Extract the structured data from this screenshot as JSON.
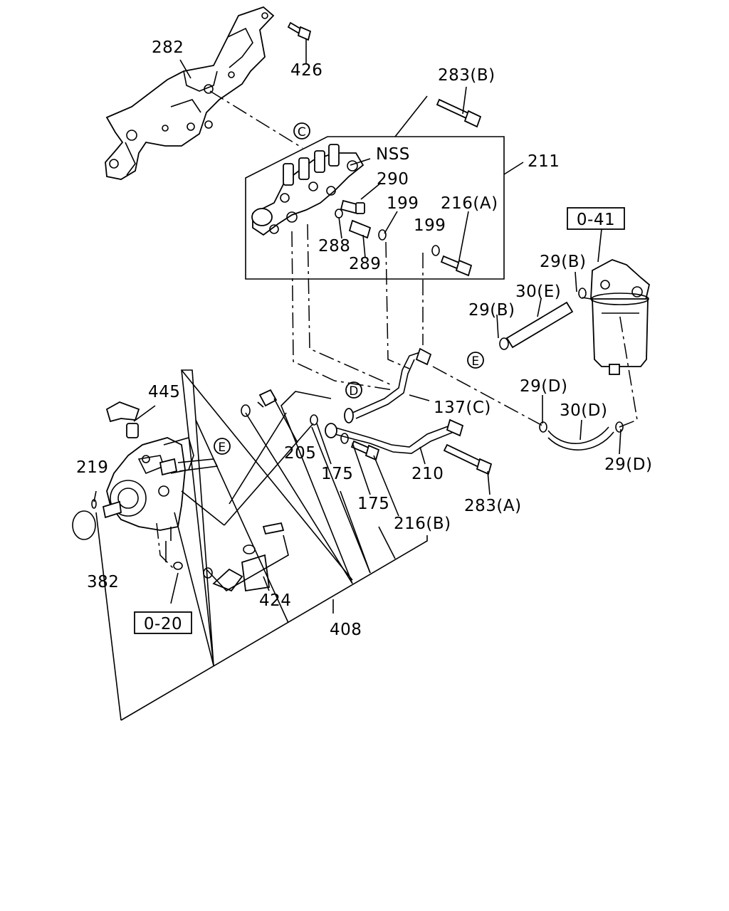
{
  "labels": {
    "p282": "282",
    "p426": "426",
    "p283b": "283(B)",
    "p211": "211",
    "nss": "NSS",
    "p290": "290",
    "p199a": "199",
    "p216a": "216(A)",
    "p199b": "199",
    "p288": "288",
    "p289": "289",
    "o41": "0-41",
    "p29b_top": "29(B)",
    "p30e": "30(E)",
    "p29b_left": "29(B)",
    "p445": "445",
    "p137c": "137(C)",
    "p29d_top": "29(D)",
    "p30d": "30(D)",
    "p219": "219",
    "p205": "205",
    "p175a": "175",
    "p210": "210",
    "p175b": "175",
    "p283a": "283(A)",
    "p216b": "216(B)",
    "p29d_bot": "29(D)",
    "p382": "382",
    "p424": "424",
    "o20": "0-20",
    "p408": "408"
  },
  "connectors": {
    "c": "C",
    "d": "D",
    "e_right": "E",
    "e_left": "E"
  }
}
